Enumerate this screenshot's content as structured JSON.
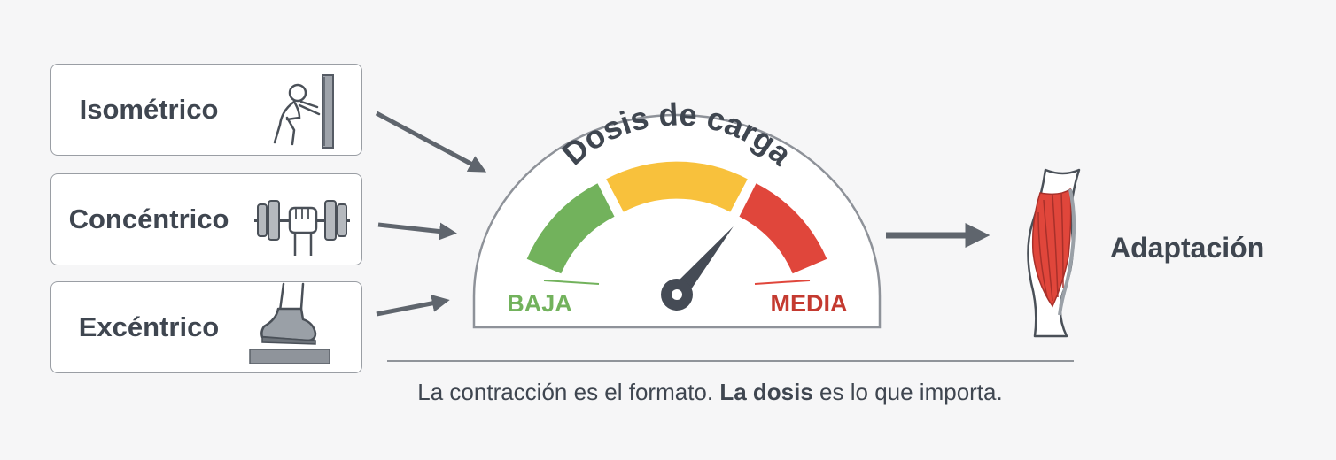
{
  "inputs": [
    {
      "label": "Isométrico",
      "icon": "person-pushing-wall-icon"
    },
    {
      "label": "Concéntrico",
      "icon": "hand-dumbbell-icon"
    },
    {
      "label": "Excéntrico",
      "icon": "foot-step-icon"
    }
  ],
  "gauge": {
    "title": "Dosis de carga",
    "low_label": "BAJA",
    "high_label": "MEDIA",
    "colors": {
      "low": "#72b25c",
      "mid": "#f8c13c",
      "high": "#e0463b",
      "needle": "#454b55"
    },
    "needle_level": 0.72
  },
  "output": {
    "label": "Adaptación",
    "icon": "muscle-icon"
  },
  "caption": {
    "part1": "La contracción es el formato. ",
    "bold": "La dosis",
    "part2": " es lo que importa."
  }
}
